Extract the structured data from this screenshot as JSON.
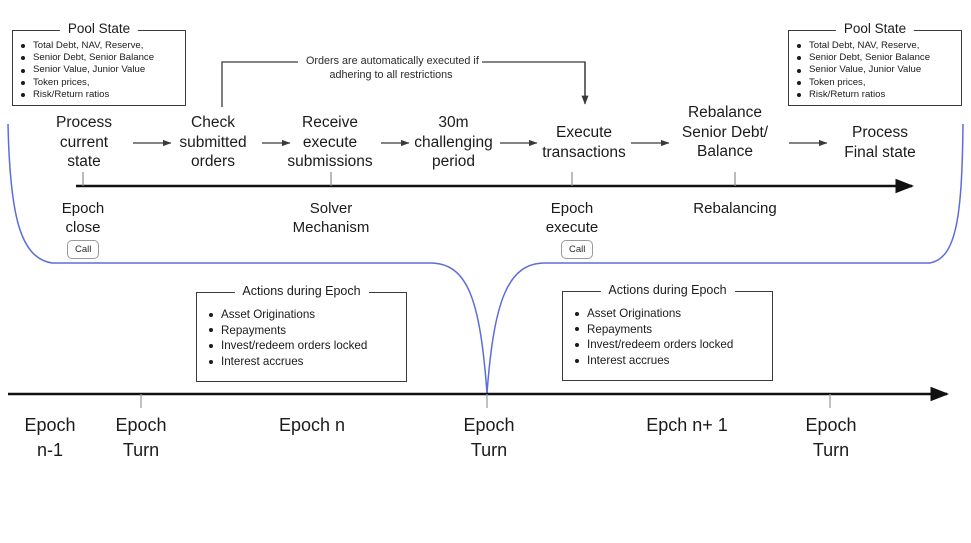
{
  "diagram": {
    "title": "Epoch lifecycle timeline",
    "colors": {
      "ink": "#1b1b1b",
      "line": "#111111",
      "blue_curve": "#5b6ddb",
      "box_border": "#3b3b3b",
      "tick_gray": "#9a9a9a"
    }
  },
  "pool_state_left": {
    "title": "Pool State",
    "items": [
      "Total Debt, NAV, Reserve,",
      "Senior Debt, Senior Balance",
      "Senior Value, Junior Value",
      "Token prices,",
      "Risk/Return ratios"
    ]
  },
  "pool_state_right": {
    "title": "Pool State",
    "items": [
      "Total Debt, NAV, Reserve,",
      "Senior Debt, Senior Balance",
      "Senior Value, Junior Value",
      "Token prices,",
      "Risk/Return ratios"
    ]
  },
  "annotation": {
    "line1": "Orders are automatically executed if",
    "line2": "adhering to all restrictions"
  },
  "steps": [
    {
      "id": "process-current-state",
      "lines": [
        "Process",
        "current",
        "state"
      ]
    },
    {
      "id": "check-submitted-orders",
      "lines": [
        "Check",
        "submitted",
        "orders"
      ]
    },
    {
      "id": "receive-execute-submissions",
      "lines": [
        "Receive",
        "execute",
        "submissions"
      ]
    },
    {
      "id": "challenging-period",
      "lines": [
        "30m",
        "challenging",
        "period"
      ]
    },
    {
      "id": "execute-transactions",
      "lines": [
        "Execute",
        "transactions"
      ]
    },
    {
      "id": "rebalance-senior-debt",
      "lines": [
        "Rebalance",
        "Senior Debt/",
        "Balance"
      ]
    },
    {
      "id": "process-final-state",
      "lines": [
        "Process",
        "Final state"
      ]
    }
  ],
  "stages": [
    {
      "id": "epoch-close",
      "lines": [
        "Epoch",
        "close"
      ],
      "badge": "Call"
    },
    {
      "id": "solver",
      "lines": [
        "Solver",
        "Mechanism"
      ],
      "badge": null
    },
    {
      "id": "epoch-execute",
      "lines": [
        "Epoch",
        "execute"
      ],
      "badge": "Call"
    },
    {
      "id": "rebalancing",
      "lines": [
        "Rebalancing"
      ],
      "badge": null
    }
  ],
  "actions_epoch_n": {
    "title": "Actions during Epoch",
    "items": [
      "Asset Originations",
      "Repayments",
      "Invest/redeem orders locked",
      "Interest accrues"
    ]
  },
  "actions_epoch_n_plus_1": {
    "title": "Actions during Epoch",
    "items": [
      "Asset Originations",
      "Repayments",
      "Invest/redeem orders locked",
      "Interest accrues"
    ]
  },
  "epoch_labels": [
    {
      "id": "epoch-n-minus-1",
      "lines": [
        "Epoch",
        "n-1"
      ]
    },
    {
      "id": "epoch-turn-1",
      "lines": [
        "Epoch",
        "Turn"
      ]
    },
    {
      "id": "epoch-n",
      "lines": [
        "Epoch n"
      ]
    },
    {
      "id": "epoch-turn-2",
      "lines": [
        "Epoch",
        "Turn"
      ]
    },
    {
      "id": "epoch-n-plus-1",
      "lines": [
        "Epch n+ 1"
      ]
    },
    {
      "id": "epoch-turn-3",
      "lines": [
        "Epoch",
        "Turn"
      ]
    }
  ]
}
